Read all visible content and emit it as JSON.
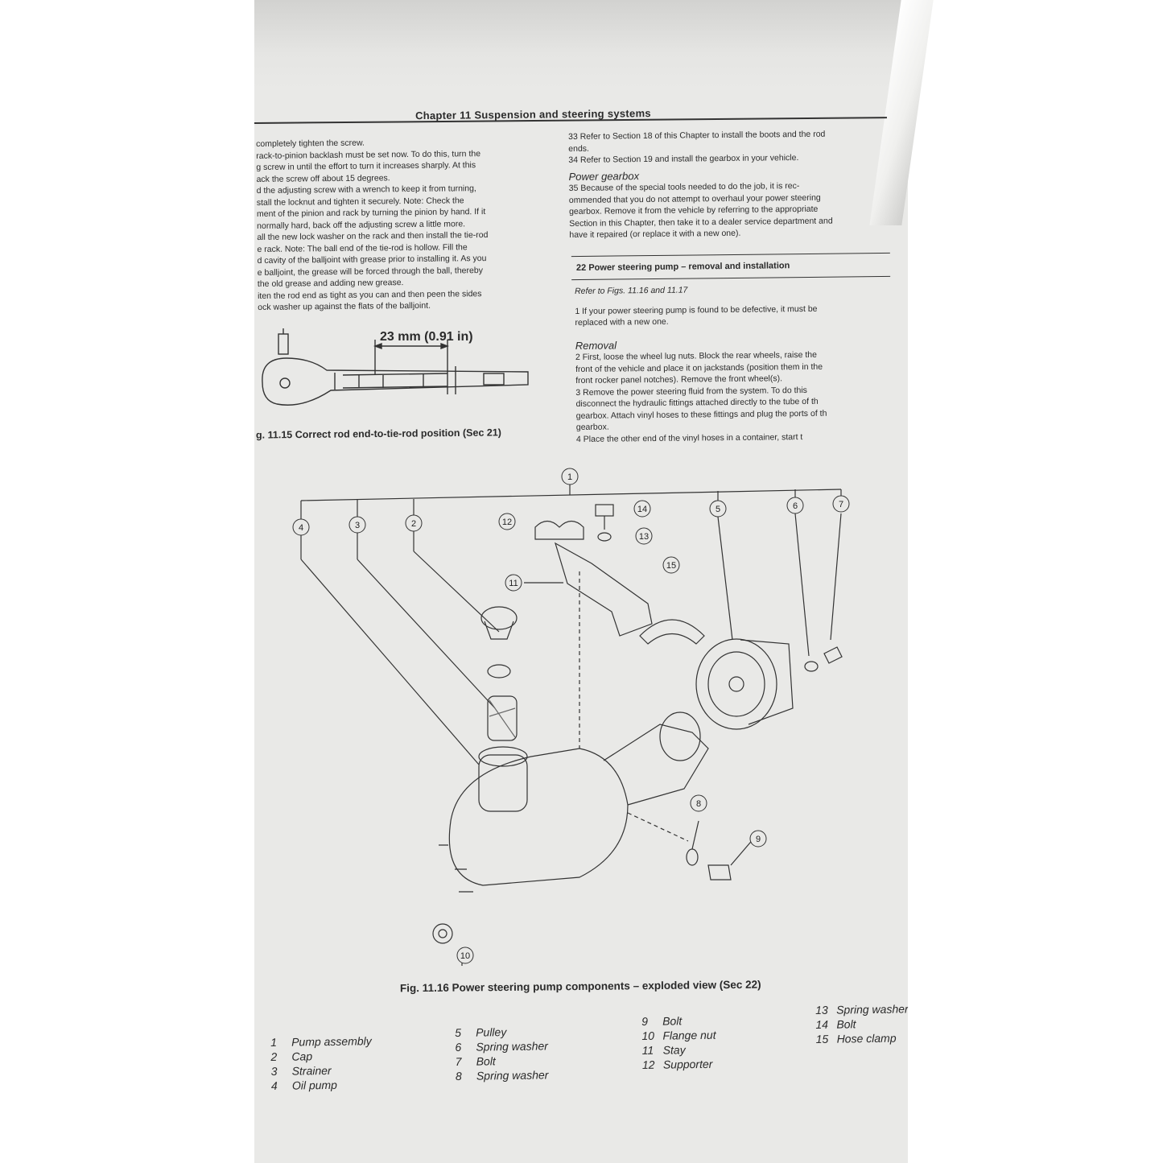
{
  "header": {
    "title": "Chapter 11  Suspension and steering systems"
  },
  "left_text": [
    "completely tighten the screw.",
    "rack-to-pinion backlash must be set now. To do this, turn the",
    "g screw in until the effort to turn it increases sharply. At this",
    "ack the screw off about 15 degrees.",
    "d the adjusting screw with a wrench to keep it from turning,",
    "stall the locknut and tighten it securely. Note: Check the",
    "ment of the pinion and rack by turning the pinion by hand. If it",
    "normally hard, back off the adjusting screw a little more.",
    "all the new lock washer on the rack and then install the tie-rod",
    "e rack. Note: The ball end of the tie-rod is hollow. Fill the",
    "d cavity of the balljoint with grease prior to installing it. As you",
    "e balljoint, the grease will be forced through the ball, thereby",
    " the old grease and adding new grease.",
    "iten the rod end as tight as you can and then peen the sides",
    "ock washer up against the flats of the balljoint."
  ],
  "right_text_top": [
    "33  Refer to Section 18 of this Chapter to install the boots and the rod",
    "ends.",
    "34  Refer to Section 19 and install the gearbox in your vehicle."
  ],
  "power_gearbox": {
    "heading": "Power gearbox",
    "lines": [
      "35  Because of the special tools needed to do the job, it is rec-",
      "ommended that you do not attempt to overhaul your power steering",
      "gearbox. Remove it from the vehicle by referring to the appropriate",
      "Section in this Chapter, then take it to a dealer service department and",
      "have it repaired (or replace it with a new one)."
    ]
  },
  "section22": {
    "title": "22  Power steering pump – removal and installation",
    "refer": "Refer to Figs. 11.16 and 11.17",
    "para1": [
      "1   If your power steering pump is found to be defective, it must be",
      "replaced with a new one."
    ],
    "removal_heading": "Removal",
    "removal": [
      "2   First, loose the wheel lug nuts. Block the rear wheels, raise the",
      "front of the vehicle and place it on jackstands (position them in the",
      "front rocker panel notches). Remove the front wheel(s).",
      "3   Remove the power steering fluid from the system. To do this",
      "disconnect the hydraulic fittings attached directly to the tube of th",
      "gearbox. Attach vinyl hoses to these fittings and plug the ports of th",
      "gearbox.",
      "4   Place the other end of the vinyl hoses in a container, start t"
    ]
  },
  "fig1115": {
    "dimension": "23 mm (0.91 in)",
    "caption": "g. 11.15 Correct rod end-to-tie-rod position (Sec 21)"
  },
  "fig1116": {
    "caption": "Fig. 11.16 Power steering pump components – exploded view (Sec 22)",
    "callouts": [
      "1",
      "2",
      "3",
      "4",
      "5",
      "6",
      "7",
      "8",
      "9",
      "10",
      "11",
      "12",
      "13",
      "14",
      "15"
    ]
  },
  "legend": {
    "col1": [
      {
        "n": "1",
        "label": "Pump assembly"
      },
      {
        "n": "2",
        "label": "Cap"
      },
      {
        "n": "3",
        "label": "Strainer"
      },
      {
        "n": "4",
        "label": "Oil pump"
      }
    ],
    "col2": [
      {
        "n": "5",
        "label": "Pulley"
      },
      {
        "n": "6",
        "label": "Spring washer"
      },
      {
        "n": "7",
        "label": "Bolt"
      },
      {
        "n": "8",
        "label": "Spring washer"
      }
    ],
    "col3": [
      {
        "n": "9",
        "label": "Bolt"
      },
      {
        "n": "10",
        "label": "Flange nut"
      },
      {
        "n": "11",
        "label": "Stay"
      },
      {
        "n": "12",
        "label": "Supporter"
      }
    ],
    "col4": [
      {
        "n": "13",
        "label": "Spring washer"
      },
      {
        "n": "14",
        "label": "Bolt"
      },
      {
        "n": "15",
        "label": "Hose clamp"
      }
    ]
  }
}
